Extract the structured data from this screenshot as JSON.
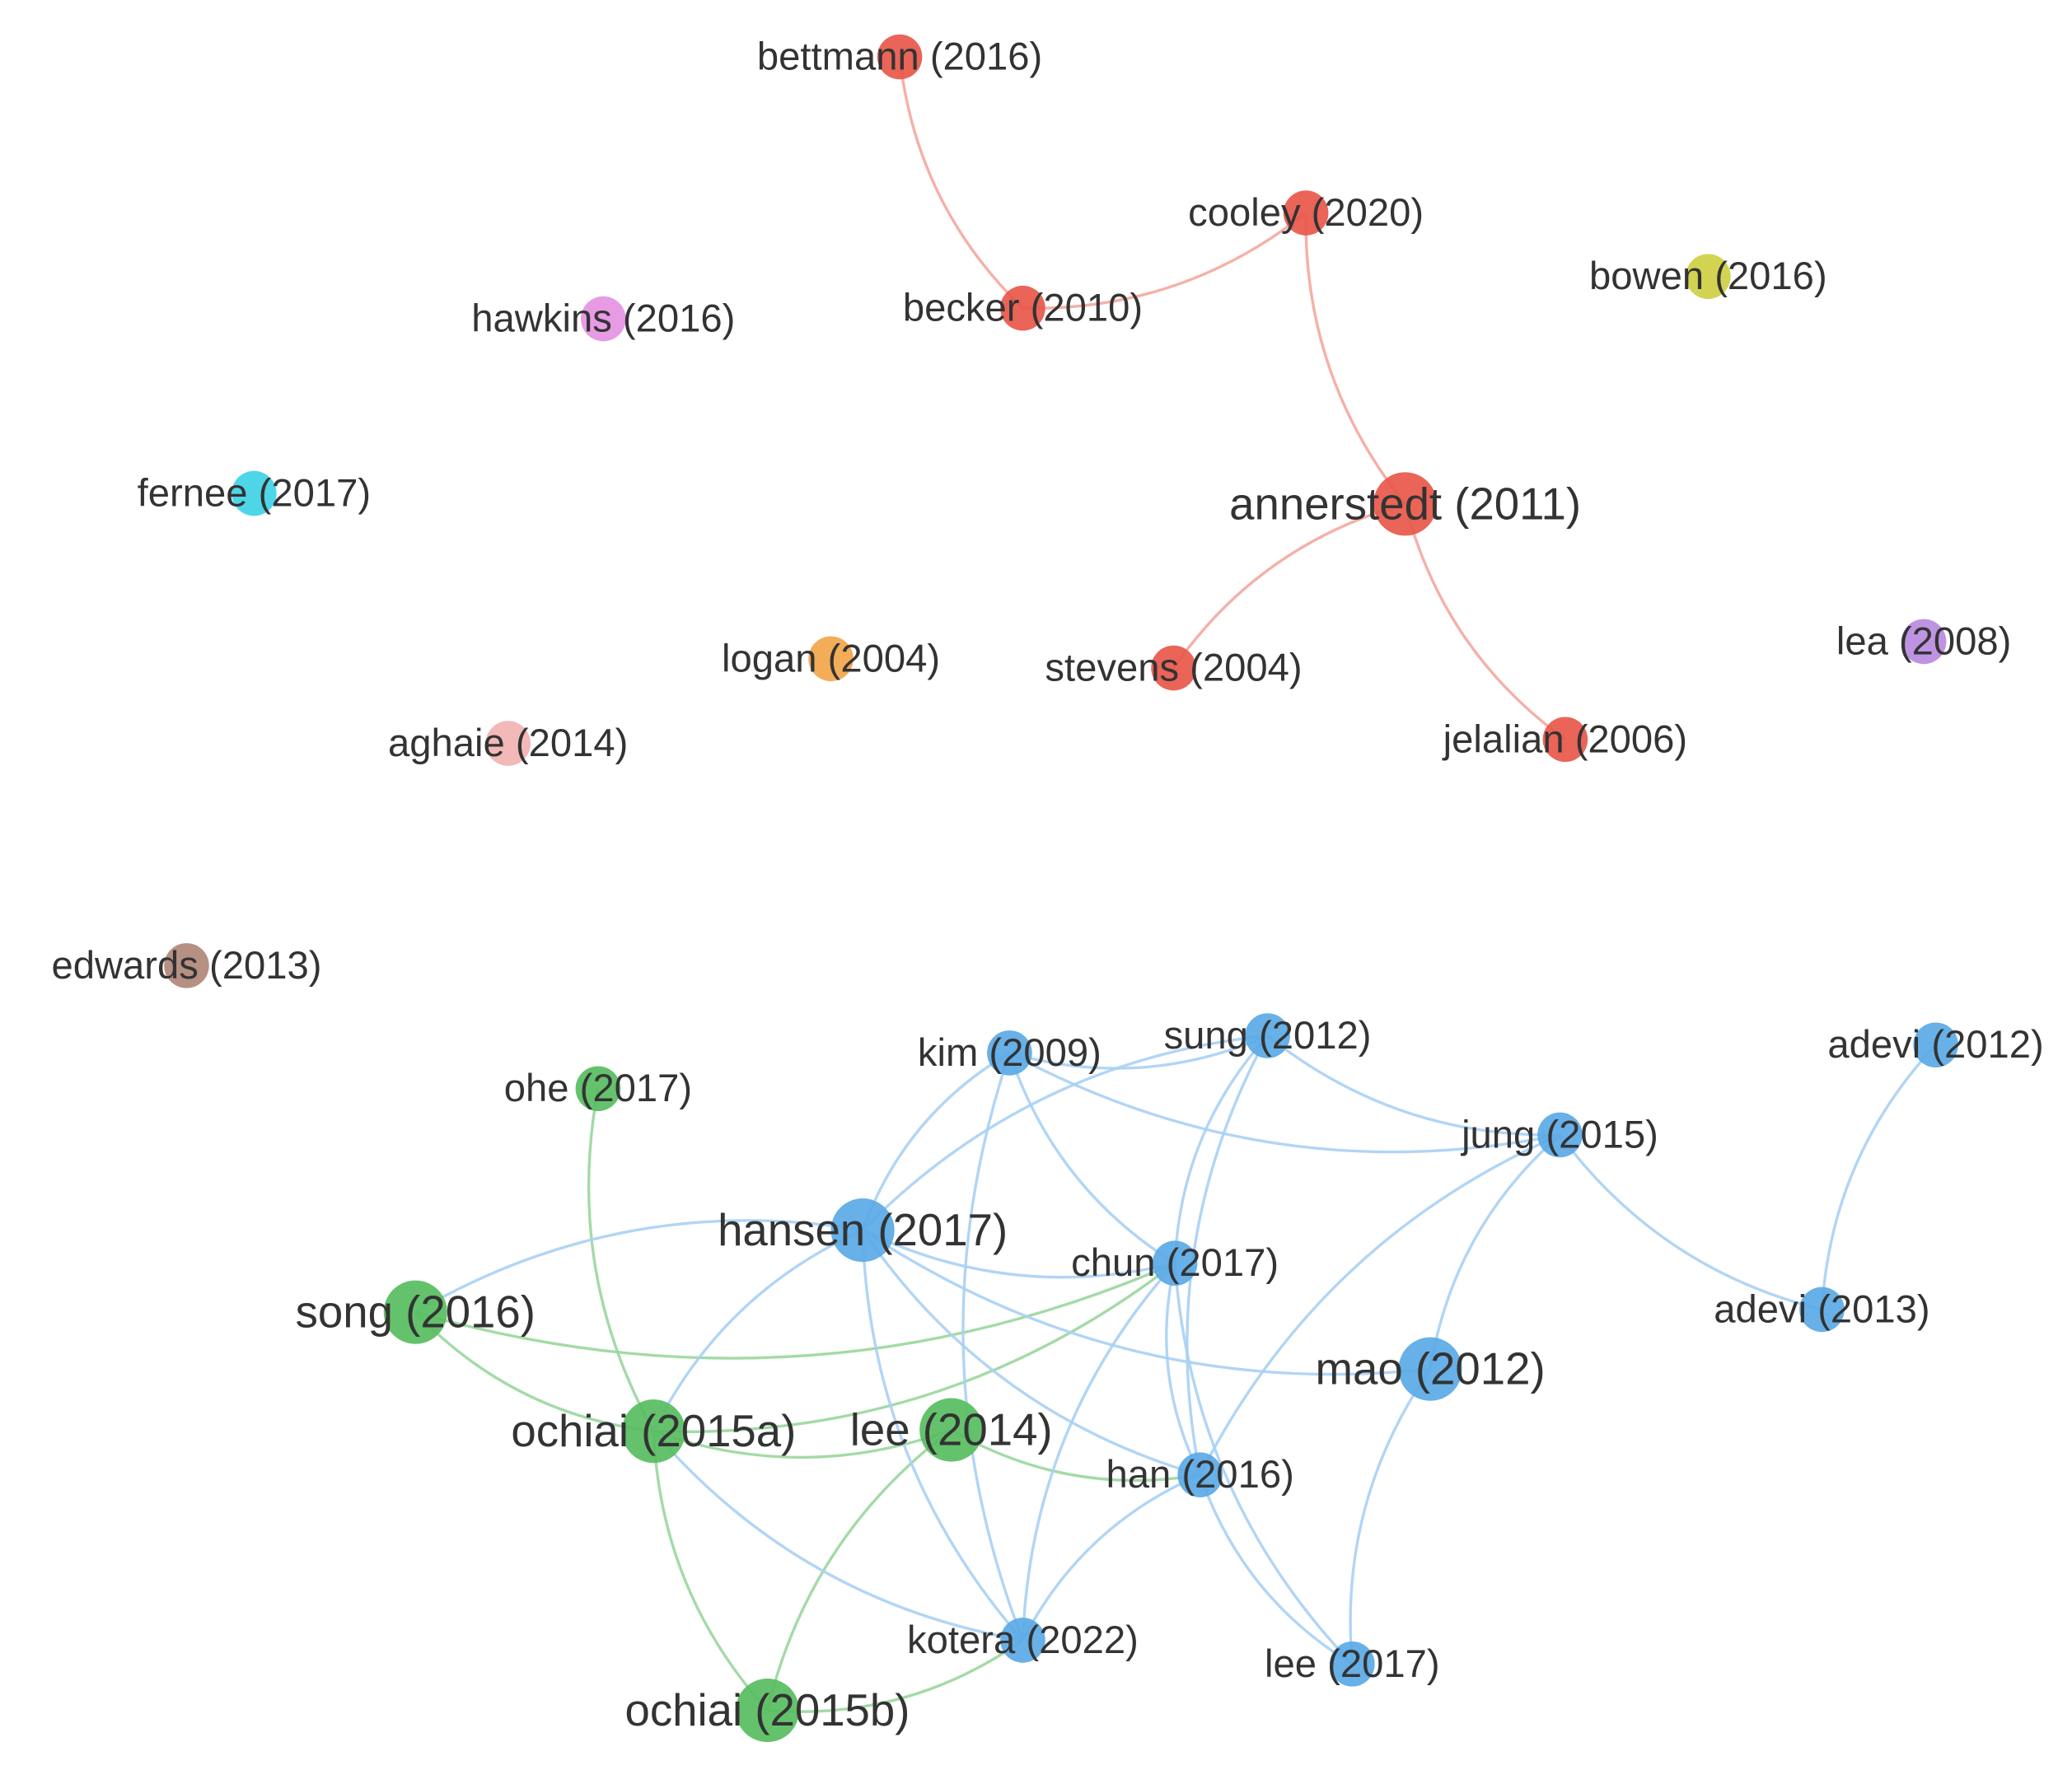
{
  "colors": {
    "red": "#e8574a",
    "green": "#57bd5f",
    "blue": "#5aa9e6",
    "pink": "#f2b2b2",
    "violet": "#e592e3",
    "cyan": "#3fd3e6",
    "orange": "#f2a54a",
    "olive": "#cfcf43",
    "purple": "#b98be0",
    "brown": "#b08878",
    "edge_red": "#f4a79d",
    "edge_green": "#9ad69d",
    "edge_blue": "#a9d0f4"
  },
  "nodes": [
    {
      "id": "bettmann-2016",
      "label": "bettmann (2016)",
      "color": "red",
      "size": "m"
    },
    {
      "id": "cooley-2020",
      "label": "cooley (2020)",
      "color": "red",
      "size": "m"
    },
    {
      "id": "becker-2010",
      "label": "becker (2010)",
      "color": "red",
      "size": "m"
    },
    {
      "id": "annerstedt-2011",
      "label": "annerstedt (2011)",
      "color": "red",
      "size": "l"
    },
    {
      "id": "stevens-2004",
      "label": "stevens (2004)",
      "color": "red",
      "size": "m"
    },
    {
      "id": "jelalian-2006",
      "label": "jelalian (2006)",
      "color": "red",
      "size": "m"
    },
    {
      "id": "bowen-2016",
      "label": "bowen (2016)",
      "color": "olive",
      "size": "m"
    },
    {
      "id": "hawkins-2016",
      "label": "hawkins (2016)",
      "color": "violet",
      "size": "m"
    },
    {
      "id": "fernee-2017",
      "label": "fernee (2017)",
      "color": "cyan",
      "size": "m"
    },
    {
      "id": "logan-2004",
      "label": "logan (2004)",
      "color": "orange",
      "size": "m"
    },
    {
      "id": "lea-2008",
      "label": "lea (2008)",
      "color": "purple",
      "size": "m"
    },
    {
      "id": "aghaie-2014",
      "label": "aghaie (2014)",
      "color": "pink",
      "size": "m"
    },
    {
      "id": "edwards-2013",
      "label": "edwards (2013)",
      "color": "brown",
      "size": "m"
    },
    {
      "id": "ohe-2017",
      "label": "ohe (2017)",
      "color": "green",
      "size": "m"
    },
    {
      "id": "song-2016",
      "label": "song (2016)",
      "color": "green",
      "size": "l"
    },
    {
      "id": "ochiai-2015a",
      "label": "ochiai (2015a)",
      "color": "green",
      "size": "l"
    },
    {
      "id": "lee-2014",
      "label": "lee (2014)",
      "color": "green",
      "size": "l"
    },
    {
      "id": "ochiai-2015b",
      "label": "ochiai (2015b)",
      "color": "green",
      "size": "l"
    },
    {
      "id": "kim-2009",
      "label": "kim (2009)",
      "color": "blue",
      "size": "m"
    },
    {
      "id": "sung-2012",
      "label": "sung (2012)",
      "color": "blue",
      "size": "m"
    },
    {
      "id": "adevi-2012",
      "label": "adevi (2012)",
      "color": "blue",
      "size": "m"
    },
    {
      "id": "jung-2015",
      "label": "jung (2015)",
      "color": "blue",
      "size": "m"
    },
    {
      "id": "hansen-2017",
      "label": "hansen (2017)",
      "color": "blue",
      "size": "l"
    },
    {
      "id": "chun-2017",
      "label": "chun (2017)",
      "color": "blue",
      "size": "m"
    },
    {
      "id": "adevi-2013",
      "label": "adevi (2013)",
      "color": "blue",
      "size": "m"
    },
    {
      "id": "mao-2012",
      "label": "mao (2012)",
      "color": "blue",
      "size": "l"
    },
    {
      "id": "han-2016",
      "label": "han (2016)",
      "color": "blue",
      "size": "m"
    },
    {
      "id": "kotera-2022",
      "label": "kotera (2022)",
      "color": "blue",
      "size": "m"
    },
    {
      "id": "lee-2017",
      "label": "lee (2017)",
      "color": "blue",
      "size": "m"
    }
  ],
  "edges": [
    {
      "source": "bettmann-2016",
      "target": "becker-2010",
      "color": "edge_red"
    },
    {
      "source": "becker-2010",
      "target": "cooley-2020",
      "color": "edge_red"
    },
    {
      "source": "cooley-2020",
      "target": "annerstedt-2011",
      "color": "edge_red"
    },
    {
      "source": "annerstedt-2011",
      "target": "stevens-2004",
      "color": "edge_red"
    },
    {
      "source": "annerstedt-2011",
      "target": "jelalian-2006",
      "color": "edge_red"
    },
    {
      "source": "ohe-2017",
      "target": "ochiai-2015a",
      "color": "edge_green"
    },
    {
      "source": "song-2016",
      "target": "ochiai-2015a",
      "color": "edge_green"
    },
    {
      "source": "song-2016",
      "target": "chun-2017",
      "color": "edge_green"
    },
    {
      "source": "ochiai-2015a",
      "target": "lee-2014",
      "color": "edge_green"
    },
    {
      "source": "ochiai-2015a",
      "target": "ochiai-2015b",
      "color": "edge_green"
    },
    {
      "source": "ochiai-2015a",
      "target": "chun-2017",
      "color": "edge_green"
    },
    {
      "source": "lee-2014",
      "target": "ochiai-2015b",
      "color": "edge_green"
    },
    {
      "source": "lee-2014",
      "target": "han-2016",
      "color": "edge_green"
    },
    {
      "source": "ochiai-2015b",
      "target": "kotera-2022",
      "color": "edge_green"
    },
    {
      "source": "kim-2009",
      "target": "sung-2012",
      "color": "edge_blue"
    },
    {
      "source": "kim-2009",
      "target": "hansen-2017",
      "color": "edge_blue"
    },
    {
      "source": "kim-2009",
      "target": "chun-2017",
      "color": "edge_blue"
    },
    {
      "source": "kim-2009",
      "target": "kotera-2022",
      "color": "edge_blue"
    },
    {
      "source": "kim-2009",
      "target": "jung-2015",
      "color": "edge_blue"
    },
    {
      "source": "sung-2012",
      "target": "hansen-2017",
      "color": "edge_blue"
    },
    {
      "source": "sung-2012",
      "target": "chun-2017",
      "color": "edge_blue"
    },
    {
      "source": "sung-2012",
      "target": "han-2016",
      "color": "edge_blue"
    },
    {
      "source": "sung-2012",
      "target": "jung-2015",
      "color": "edge_blue"
    },
    {
      "source": "jung-2015",
      "target": "han-2016",
      "color": "edge_blue"
    },
    {
      "source": "jung-2015",
      "target": "mao-2012",
      "color": "edge_blue"
    },
    {
      "source": "jung-2015",
      "target": "adevi-2013",
      "color": "edge_blue"
    },
    {
      "source": "adevi-2012",
      "target": "adevi-2013",
      "color": "edge_blue"
    },
    {
      "source": "hansen-2017",
      "target": "chun-2017",
      "color": "edge_blue"
    },
    {
      "source": "hansen-2017",
      "target": "mao-2012",
      "color": "edge_blue"
    },
    {
      "source": "hansen-2017",
      "target": "han-2016",
      "color": "edge_blue"
    },
    {
      "source": "hansen-2017",
      "target": "kotera-2022",
      "color": "edge_blue"
    },
    {
      "source": "hansen-2017",
      "target": "ochiai-2015a",
      "color": "edge_blue"
    },
    {
      "source": "hansen-2017",
      "target": "song-2016",
      "color": "edge_blue"
    },
    {
      "source": "chun-2017",
      "target": "han-2016",
      "color": "edge_blue"
    },
    {
      "source": "chun-2017",
      "target": "kotera-2022",
      "color": "edge_blue"
    },
    {
      "source": "chun-2017",
      "target": "lee-2017",
      "color": "edge_blue"
    },
    {
      "source": "mao-2012",
      "target": "lee-2017",
      "color": "edge_blue"
    },
    {
      "source": "han-2016",
      "target": "kotera-2022",
      "color": "edge_blue"
    },
    {
      "source": "han-2016",
      "target": "lee-2017",
      "color": "edge_blue"
    },
    {
      "source": "ochiai-2015a",
      "target": "kotera-2022",
      "color": "edge_blue"
    }
  ]
}
